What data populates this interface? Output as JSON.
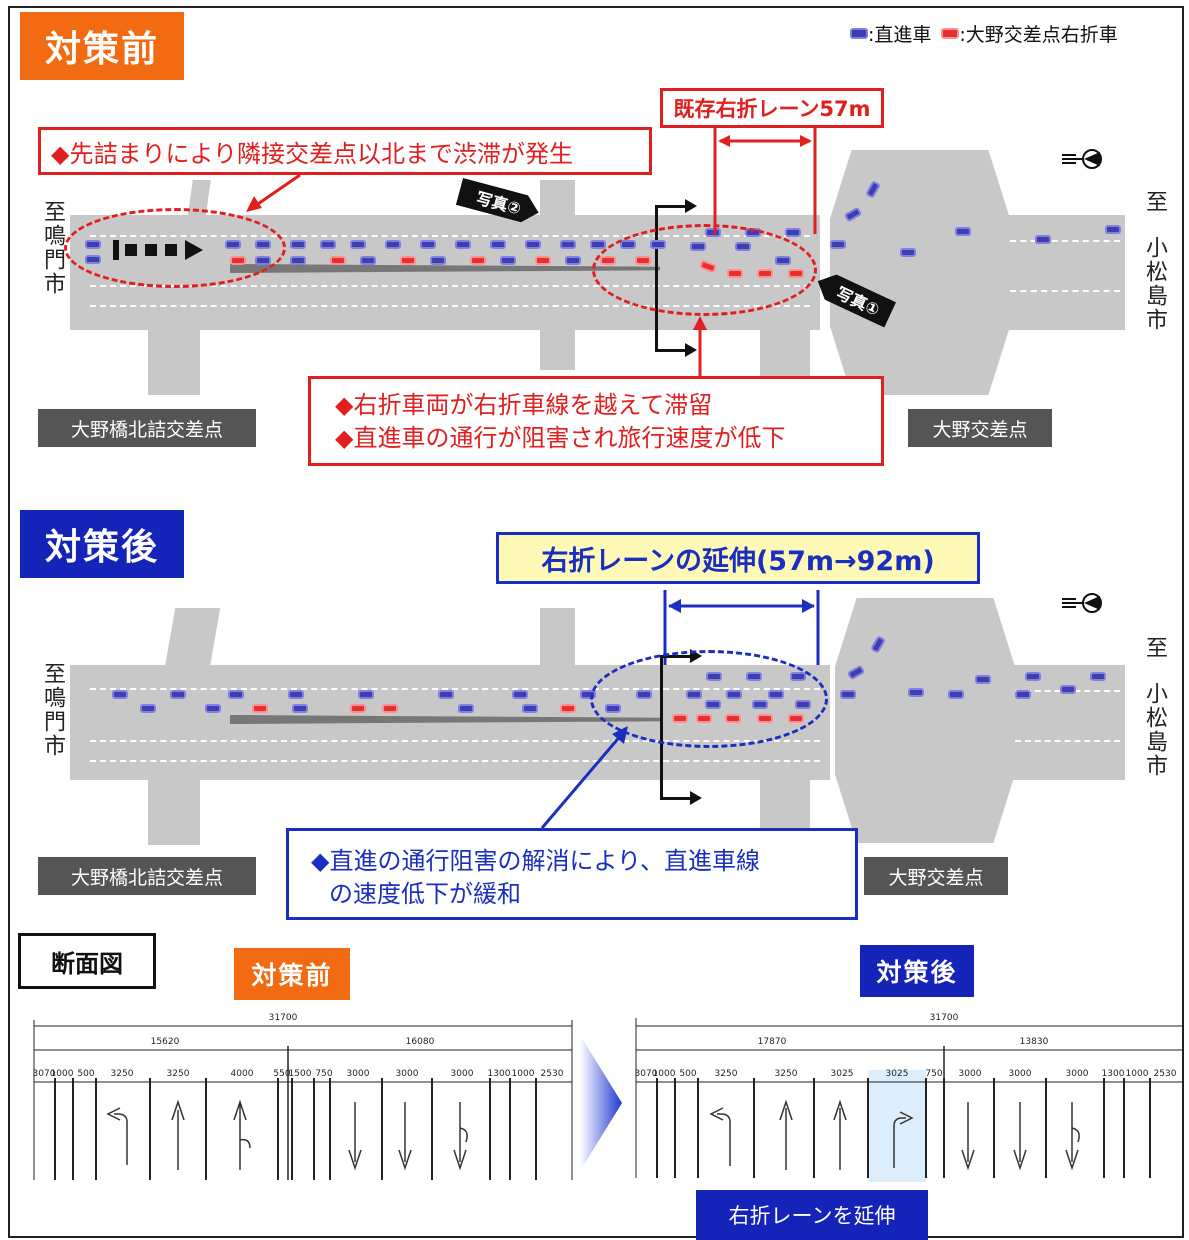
{
  "legend": {
    "through": ":直進車",
    "right_turn": ":大野交差点右折車"
  },
  "before": {
    "tag": "対策前",
    "callout_queue": "◆先詰まりにより隣接交差点以北まで渋滞が発生",
    "lane_label": "既存右折レーン57m",
    "photo1": "写真①",
    "photo2": "写真②",
    "callout_problem_line1": "◆右折車両が右折車線を越えて滞留",
    "callout_problem_line2": "◆直進車の通行が阻害され旅行速度が低下",
    "left_intersection": "大野橋北詰交差点",
    "right_intersection": "大野交差点"
  },
  "after": {
    "tag": "対策後",
    "extension_label": "右折レーンの延伸(57m→92m)",
    "callout_line1": "◆直進の通行阻害の解消により、直進車線",
    "callout_line2": "の速度低下が緩和",
    "left_intersection": "大野橋北詰交差点",
    "right_intersection": "大野交差点"
  },
  "direction": {
    "west": "至鳴門市",
    "east_to": "至",
    "east": "小松島市"
  },
  "section": {
    "title": "断面図",
    "before_tag": "対策前",
    "after_tag": "対策後",
    "extend_label": "右折レーンを延伸"
  },
  "colors": {
    "before": "#f26a12",
    "after": "#1524b8",
    "red": "#e02020",
    "blue": "#1a2fc0",
    "road": "#c8c8c8"
  },
  "chart_data": [
    {
      "type": "table",
      "title": "対策前",
      "total": "31700",
      "halves": [
        "15620",
        "16080"
      ],
      "segments": [
        "3070",
        "1000",
        "500",
        "3250",
        "3250",
        "4000",
        "550",
        "1500",
        "750",
        "3000",
        "3000",
        "3000",
        "1300",
        "1000",
        "2530"
      ]
    },
    {
      "type": "table",
      "title": "対策後",
      "total": "31700",
      "halves": [
        "17870",
        "13830"
      ],
      "segments": [
        "3070",
        "1000",
        "500",
        "3250",
        "3250",
        "3025",
        "3025",
        "750",
        "3000",
        "3000",
        "3000",
        "1300",
        "1000",
        "2530"
      ]
    }
  ]
}
